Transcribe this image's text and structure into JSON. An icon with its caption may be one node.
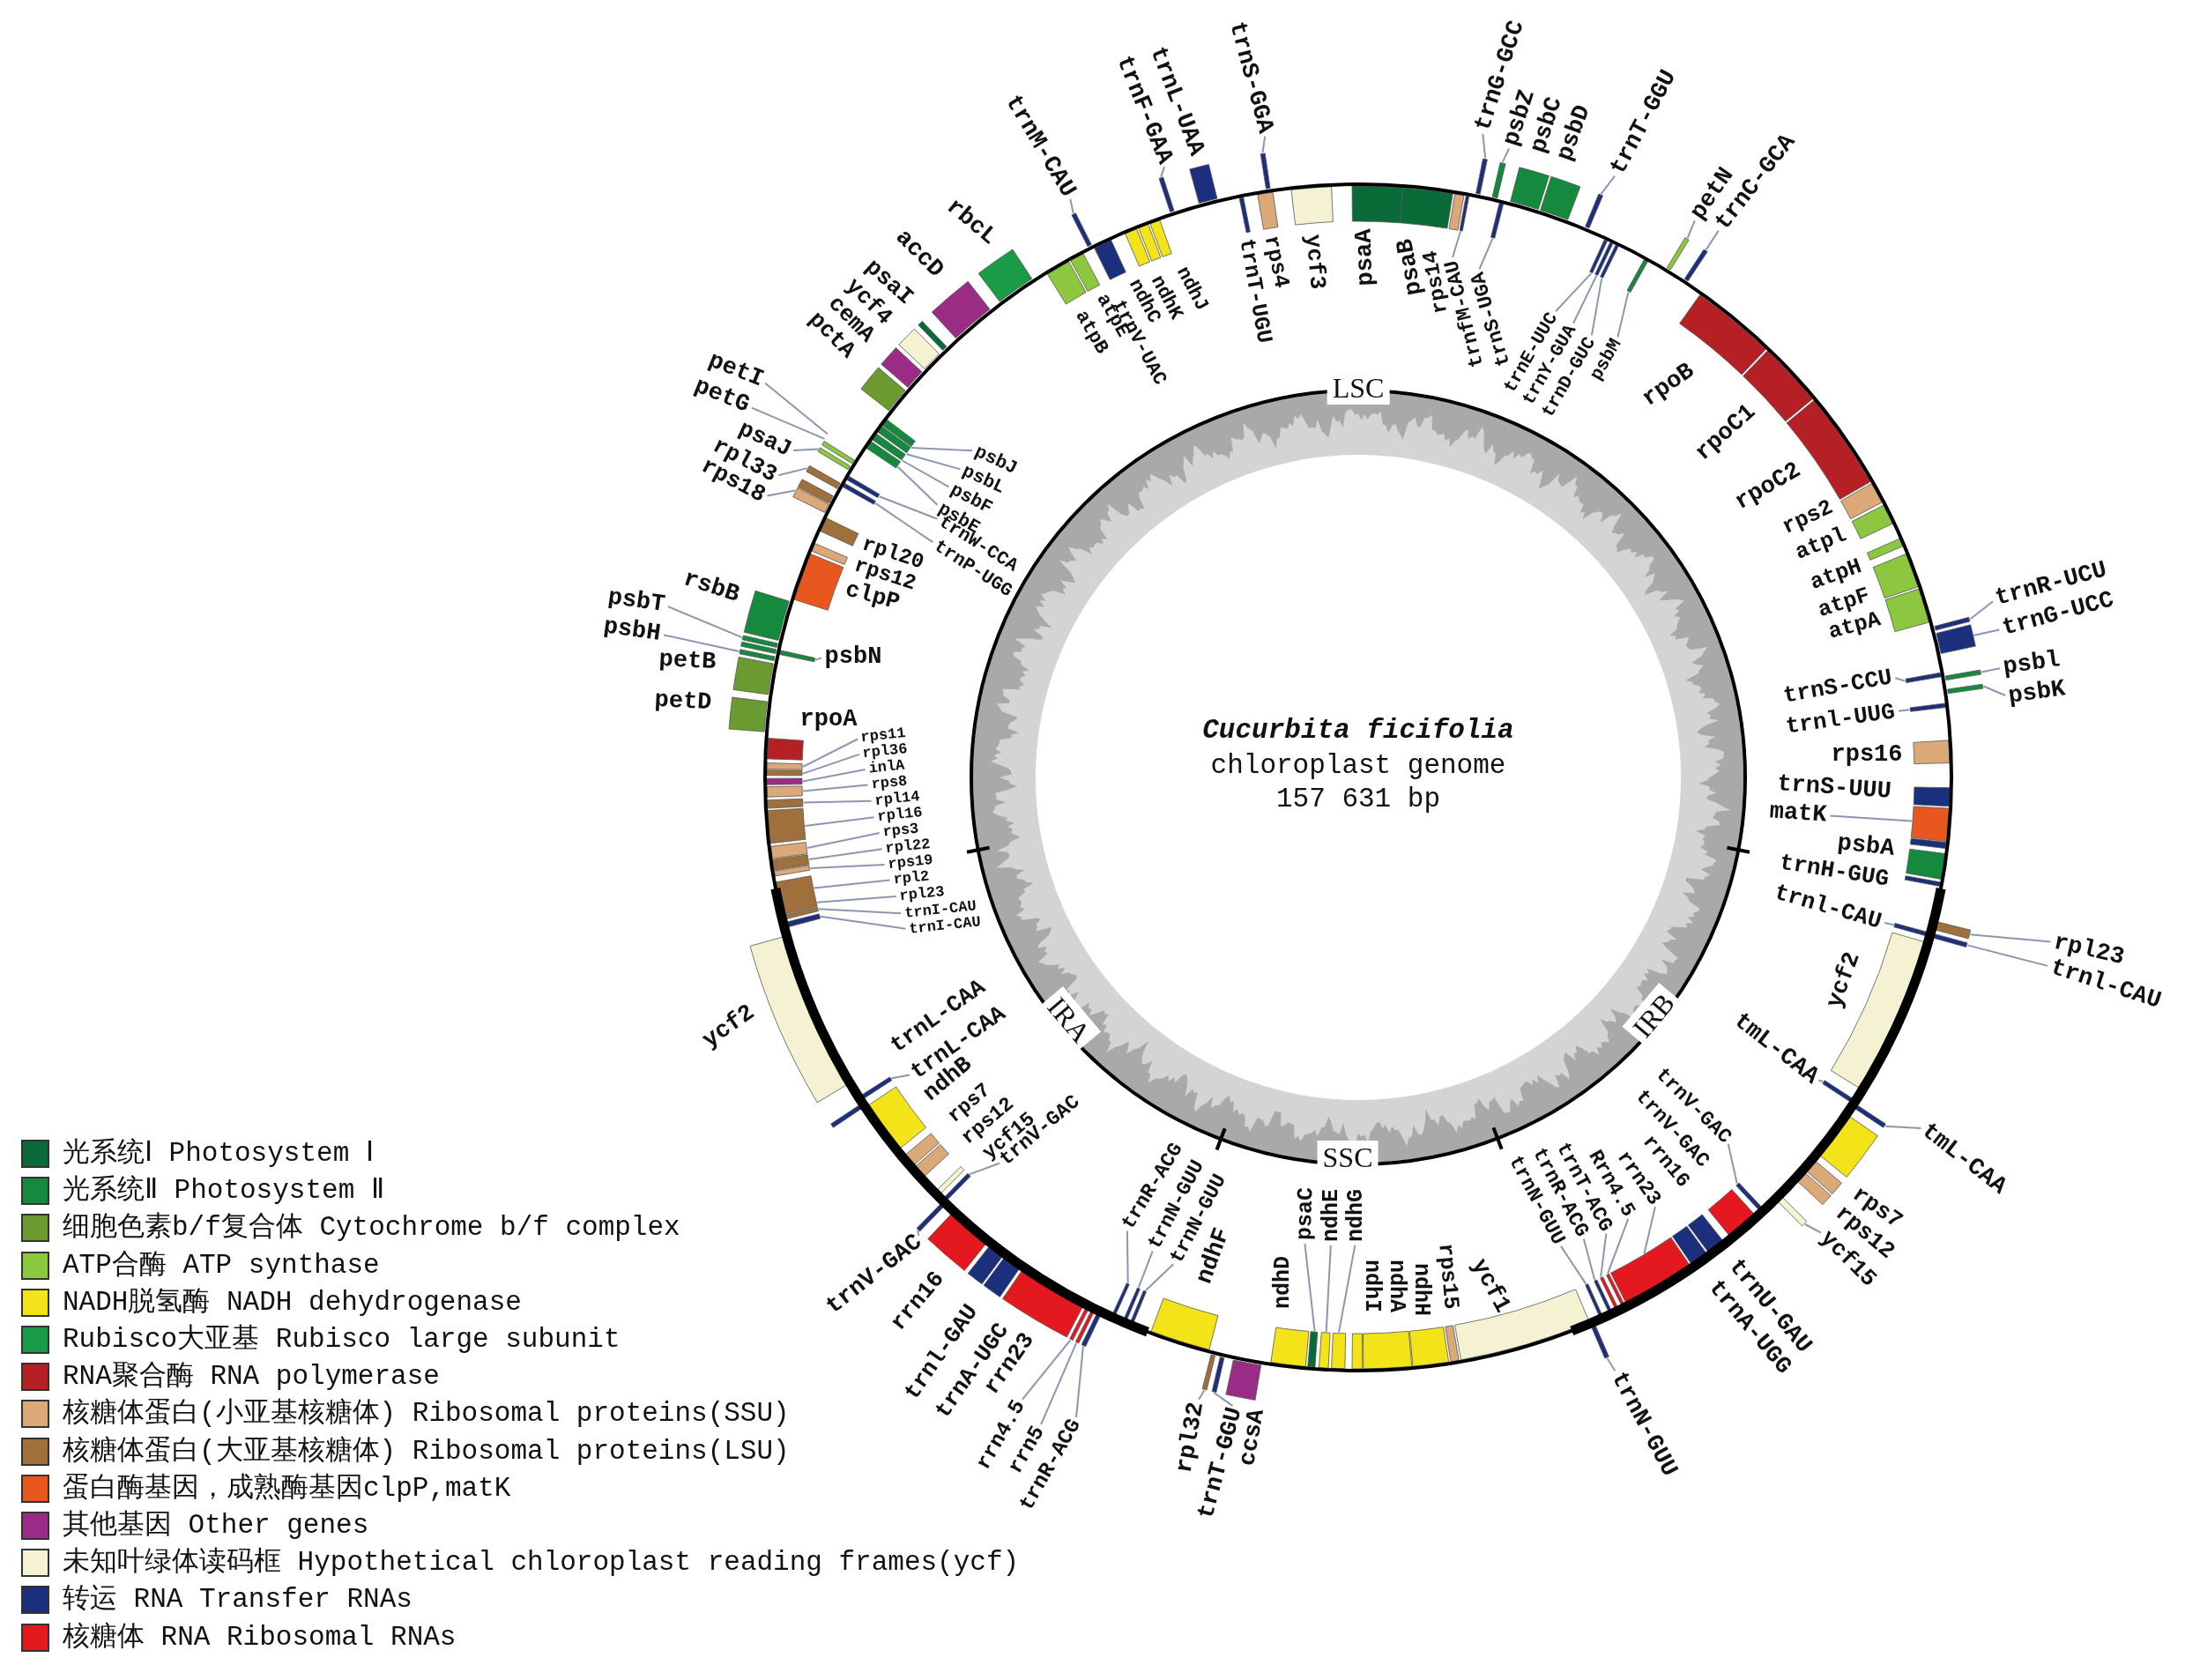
{
  "diagram": {
    "labels": [
      "Cucurbita ficifolia",
      "chloroplast genome",
      "157 631 bp",
      "LSC",
      "IRB",
      "SSC",
      "IRA",
      "pctA",
      "cemA",
      "ycf4",
      "psaI",
      "accD",
      "rbcL",
      "atpB",
      "atpE",
      "trnV-UAC",
      "ndhC",
      "ndhK",
      "ndhJ",
      "trnM-CAU",
      "trnF-GAA",
      "trnL-UAA",
      "trnT-UGU",
      "rps4",
      "trnS-GGA",
      "ycf3",
      "psaA",
      "psaB",
      "rps14",
      "trnfM-CAU",
      "trnS-UGA",
      "trnG-GCC",
      "psbZ",
      "psbC",
      "psbD",
      "trnT-GGU",
      "trnE-UUC",
      "trnY-GUA",
      "trnD-GUC",
      "psbM",
      "petN",
      "trnC-GCA",
      "rpoB",
      "rpoC1",
      "rpoC2",
      "rps2",
      "atpl",
      "atpH",
      "atpF",
      "atpA",
      "trnR-UCU",
      "trnG-UCC",
      "trnS-CCU",
      "trnl-UUG",
      "psbl",
      "psbK",
      "rps16",
      "trnS-UUU",
      "matK",
      "psbA",
      "trnH-GUG",
      "trnl-CAU",
      "ycf2",
      "rpl23",
      "trnl-CAU",
      "tmL-CAA",
      "tmL-CAA",
      "rps7",
      "rps12",
      "ycf15",
      "petI",
      "petG",
      "psaJ",
      "rpl33",
      "psbJ",
      "rps18",
      "psbL",
      "psbF",
      "psbE",
      "rpl20",
      "trnW-CCA",
      "rps12",
      "trnP-UGG",
      "psbT",
      "rsbB",
      "clpP",
      "psbH",
      "petB",
      "psbN",
      "petD",
      "rpoA",
      "rps11",
      "rpl36",
      "inlA",
      "rps8",
      "rpl14",
      "rpl16",
      "rps3",
      "rpl22",
      "rps19",
      "rpl2",
      "rpl23",
      "trnI-CAU",
      "trnI-CAU",
      "ycf2",
      "trnL-CAA",
      "trnL-CAA",
      "ndhB",
      "rps7",
      "rps12",
      "ycf15",
      "trnV-GAC",
      "trnV-GAC",
      "rrn16",
      "trnl-GAU",
      "trnA-UGC",
      "rrn23",
      "rrn4.5",
      "rrn5",
      "trnR-ACG",
      "trnR-ACG",
      "trnN-GUU",
      "trnN-GUU",
      "ndhF",
      "rpl32",
      "trnT-GGU",
      "ccsA",
      "ndhD",
      "psaC",
      "ndhE",
      "ndhG",
      "ndhI",
      "ndhA",
      "ndhH",
      "rps15",
      "ycf1",
      "trnN-GUU",
      "trnA-UGG",
      "trnU-GAU",
      "trnN-GUU",
      "trnR-ACG",
      "trnT-ACG",
      "Rrn4.5",
      "rrn23",
      "rrn16",
      "trnV-GAC",
      "trnV-GAC"
    ],
    "legend": [
      {
        "text": "光系统Ⅰ Photosystem Ⅰ",
        "color": "#0b6b38"
      },
      {
        "text": "光系统Ⅱ Photosystem Ⅱ",
        "color": "#15893d"
      },
      {
        "text": "细胞色素b/f复合体 Cytochrome b/f complex",
        "color": "#6b9a30"
      },
      {
        "text": "ATP合酶 ATP synthase",
        "color": "#8dc63f"
      },
      {
        "text": "NADH脱氢酶 NADH dehydrogenase",
        "color": "#f2e418"
      },
      {
        "text": "Rubisco大亚基 Rubisco large subunit",
        "color": "#1b9a47"
      },
      {
        "text": "RNA聚合酶 RNA polymerase",
        "color": "#b52025"
      },
      {
        "text": "核糖体蛋白(小亚基核糖体) Ribosomal proteins(SSU)",
        "color": "#dba878"
      },
      {
        "text": "核糖体蛋白(大亚基核糖体) Ribosomal proteins(LSU)",
        "color": "#a0703c"
      },
      {
        "text": "蛋白酶基因，成熟酶基因clpP,matK",
        "color": "#e8581e"
      },
      {
        "text": "其他基因 Other genes",
        "color": "#9b2c86"
      },
      {
        "text": "未知叶绿体读码框 Hypothetical chloroplast reading frames(ycf)",
        "color": "#f4f2d2"
      },
      {
        "text": "转运 RNA Transfer RNAs",
        "color": "#1b2f7c"
      },
      {
        "text": "核糖体 RNA Ribosomal RNAs",
        "color": "#e3191f"
      }
    ]
  }
}
